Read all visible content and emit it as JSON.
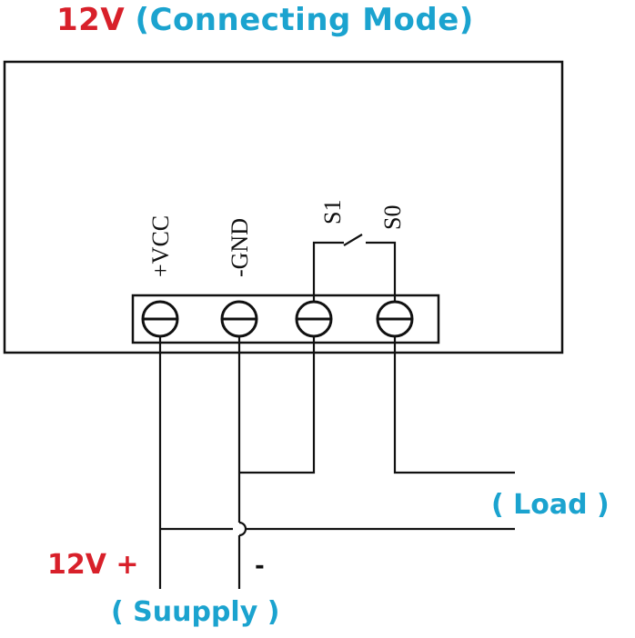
{
  "title": {
    "voltage": "12V",
    "mode": "(Connecting  Mode)"
  },
  "terminals": [
    "+VCC",
    "-GND",
    "S1",
    "S0"
  ],
  "labels": {
    "load": "( Load )",
    "supply_voltage": "12V +",
    "supply_minus": "-",
    "supply": "( Suupply )"
  },
  "colors": {
    "red": "#d8202a",
    "blue": "#1ba3cf",
    "line": "#111111"
  }
}
